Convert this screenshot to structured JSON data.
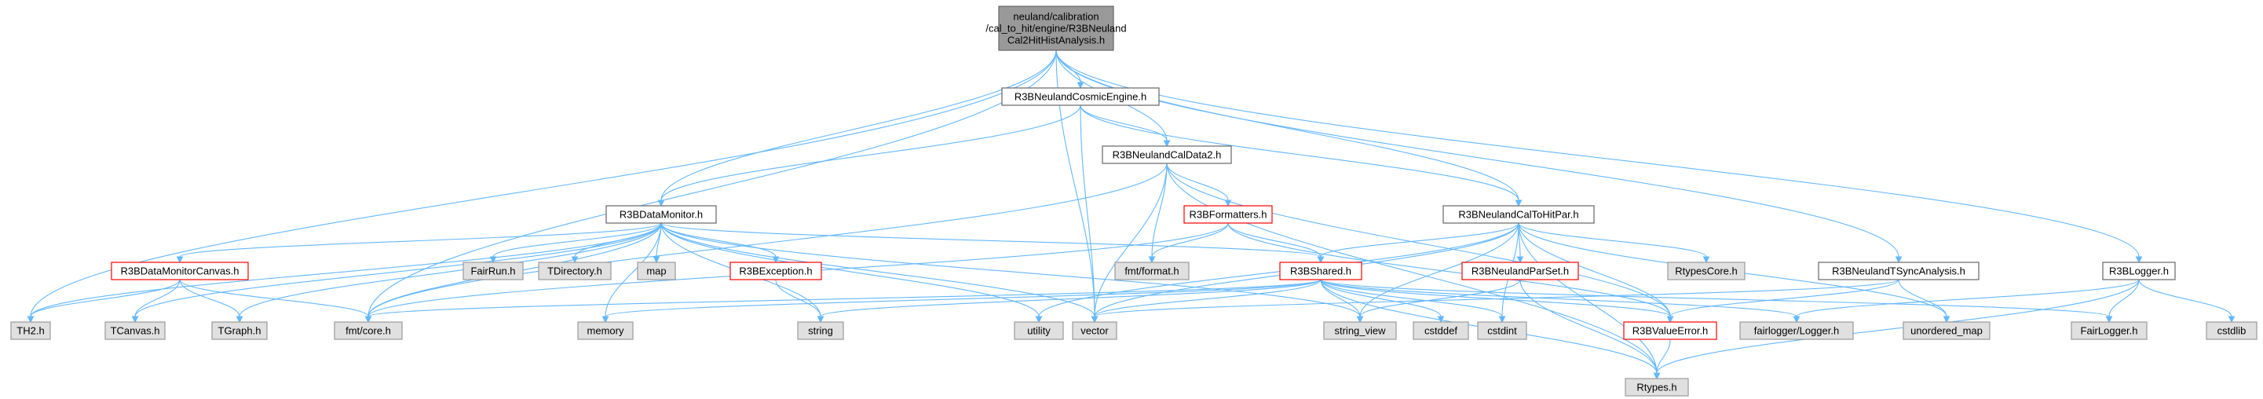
{
  "colors": {
    "root_fill": "#999999",
    "normal_fill": "#ffffff",
    "normal_stroke": "#666666",
    "highlight_stroke": "#ff0000",
    "external_fill": "#e0e0e0",
    "external_stroke": "#999999",
    "edge": "#63b8ff"
  },
  "nodes": {
    "root": {
      "lines": [
        "neuland/calibration",
        "/cal_to_hit/engine/R3BNeuland",
        "Cal2HitHistAnalysis.h"
      ],
      "kind": "root"
    },
    "cosmic": {
      "lines": [
        "R3BNeulandCosmicEngine.h"
      ],
      "kind": "normal"
    },
    "caldata2": {
      "lines": [
        "R3BNeulandCalData2.h"
      ],
      "kind": "normal"
    },
    "datamonitor": {
      "lines": [
        "R3BDataMonitor.h"
      ],
      "kind": "normal"
    },
    "formatters": {
      "lines": [
        "R3BFormatters.h"
      ],
      "kind": "highlight"
    },
    "caltohitpar": {
      "lines": [
        "R3BNeulandCalToHitPar.h"
      ],
      "kind": "normal"
    },
    "tsync": {
      "lines": [
        "R3BNeulandTSyncAnalysis.h"
      ],
      "kind": "normal"
    },
    "logger": {
      "lines": [
        "R3BLogger.h"
      ],
      "kind": "normal"
    },
    "dmcanvas": {
      "lines": [
        "R3BDataMonitorCanvas.h"
      ],
      "kind": "highlight"
    },
    "exception": {
      "lines": [
        "R3BException.h"
      ],
      "kind": "highlight"
    },
    "shared": {
      "lines": [
        "R3BShared.h"
      ],
      "kind": "highlight"
    },
    "parset": {
      "lines": [
        "R3BNeulandParSet.h"
      ],
      "kind": "highlight"
    },
    "valueerror": {
      "lines": [
        "R3BValueError.h"
      ],
      "kind": "highlight"
    },
    "fairrun": {
      "lines": [
        "FairRun.h"
      ],
      "kind": "external"
    },
    "tdirectory": {
      "lines": [
        "TDirectory.h"
      ],
      "kind": "external"
    },
    "map": {
      "lines": [
        "map"
      ],
      "kind": "external"
    },
    "fmtformat": {
      "lines": [
        "fmt/format.h"
      ],
      "kind": "external"
    },
    "rtypescore": {
      "lines": [
        "RtypesCore.h"
      ],
      "kind": "external"
    },
    "th2": {
      "lines": [
        "TH2.h"
      ],
      "kind": "external"
    },
    "tcanvas": {
      "lines": [
        "TCanvas.h"
      ],
      "kind": "external"
    },
    "tgraph": {
      "lines": [
        "TGraph.h"
      ],
      "kind": "external"
    },
    "fmtcore": {
      "lines": [
        "fmt/core.h"
      ],
      "kind": "external"
    },
    "memory": {
      "lines": [
        "memory"
      ],
      "kind": "external"
    },
    "string": {
      "lines": [
        "string"
      ],
      "kind": "external"
    },
    "utility": {
      "lines": [
        "utility"
      ],
      "kind": "external"
    },
    "vector": {
      "lines": [
        "vector"
      ],
      "kind": "external"
    },
    "string_view": {
      "lines": [
        "string_view"
      ],
      "kind": "external"
    },
    "cstddef": {
      "lines": [
        "cstddef"
      ],
      "kind": "external"
    },
    "cstdint": {
      "lines": [
        "cstdint"
      ],
      "kind": "external"
    },
    "fairloggerlogger": {
      "lines": [
        "fairlogger/Logger.h"
      ],
      "kind": "external"
    },
    "unordered_map": {
      "lines": [
        "unordered_map"
      ],
      "kind": "external"
    },
    "fairlogger": {
      "lines": [
        "FairLogger.h"
      ],
      "kind": "external"
    },
    "cstdlib": {
      "lines": [
        "cstdlib"
      ],
      "kind": "external"
    },
    "rtypes": {
      "lines": [
        "Rtypes.h"
      ],
      "kind": "external"
    }
  },
  "edges": [
    [
      "root",
      "cosmic"
    ],
    [
      "root",
      "caldata2"
    ],
    [
      "root",
      "datamonitor"
    ],
    [
      "root",
      "caltohitpar"
    ],
    [
      "root",
      "tsync"
    ],
    [
      "root",
      "logger"
    ],
    [
      "root",
      "th2"
    ],
    [
      "root",
      "fmtcore"
    ],
    [
      "root",
      "vector"
    ],
    [
      "cosmic",
      "caldata2"
    ],
    [
      "cosmic",
      "datamonitor"
    ],
    [
      "cosmic",
      "caltohitpar"
    ],
    [
      "cosmic",
      "vector"
    ],
    [
      "caldata2",
      "formatters"
    ],
    [
      "caldata2",
      "fmtformat"
    ],
    [
      "caldata2",
      "fmtcore"
    ],
    [
      "caldata2",
      "vector"
    ],
    [
      "caldata2",
      "rtypes"
    ],
    [
      "caldata2",
      "valueerror"
    ],
    [
      "datamonitor",
      "dmcanvas"
    ],
    [
      "datamonitor",
      "exception"
    ],
    [
      "datamonitor",
      "shared"
    ],
    [
      "datamonitor",
      "fairrun"
    ],
    [
      "datamonitor",
      "tdirectory"
    ],
    [
      "datamonitor",
      "map"
    ],
    [
      "datamonitor",
      "th2"
    ],
    [
      "datamonitor",
      "tcanvas"
    ],
    [
      "datamonitor",
      "tgraph"
    ],
    [
      "datamonitor",
      "fmtcore"
    ],
    [
      "datamonitor",
      "memory"
    ],
    [
      "datamonitor",
      "string"
    ],
    [
      "datamonitor",
      "utility"
    ],
    [
      "datamonitor",
      "vector"
    ],
    [
      "datamonitor",
      "string_view"
    ],
    [
      "formatters",
      "shared"
    ],
    [
      "formatters",
      "fmtformat"
    ],
    [
      "formatters",
      "fmtcore"
    ],
    [
      "formatters",
      "valueerror"
    ],
    [
      "caltohitpar",
      "shared"
    ],
    [
      "caltohitpar",
      "parset"
    ],
    [
      "caltohitpar",
      "rtypescore"
    ],
    [
      "caltohitpar",
      "valueerror"
    ],
    [
      "caltohitpar",
      "vector"
    ],
    [
      "caltohitpar",
      "utility"
    ],
    [
      "caltohitpar",
      "string_view"
    ],
    [
      "caltohitpar",
      "cstdint"
    ],
    [
      "caltohitpar",
      "unordered_map"
    ],
    [
      "caltohitpar",
      "rtypes"
    ],
    [
      "dmcanvas",
      "th2"
    ],
    [
      "dmcanvas",
      "tcanvas"
    ],
    [
      "dmcanvas",
      "tgraph"
    ],
    [
      "dmcanvas",
      "fmtcore"
    ],
    [
      "exception",
      "string"
    ],
    [
      "shared",
      "fmtcore"
    ],
    [
      "shared",
      "memory"
    ],
    [
      "shared",
      "string"
    ],
    [
      "shared",
      "vector"
    ],
    [
      "shared",
      "string_view"
    ],
    [
      "shared",
      "cstddef"
    ],
    [
      "shared",
      "cstdint"
    ],
    [
      "shared",
      "valueerror"
    ],
    [
      "shared",
      "fairloggerlogger"
    ],
    [
      "shared",
      "fairlogger"
    ],
    [
      "shared",
      "rtypes"
    ],
    [
      "parset",
      "rtypes"
    ],
    [
      "parset",
      "string_view"
    ],
    [
      "tsync",
      "valueerror"
    ],
    [
      "tsync",
      "vector"
    ],
    [
      "tsync",
      "unordered_map"
    ],
    [
      "logger",
      "fairloggerlogger"
    ],
    [
      "logger",
      "fairlogger"
    ],
    [
      "logger",
      "cstdlib"
    ],
    [
      "logger",
      "rtypes"
    ],
    [
      "valueerror",
      "rtypes"
    ]
  ]
}
